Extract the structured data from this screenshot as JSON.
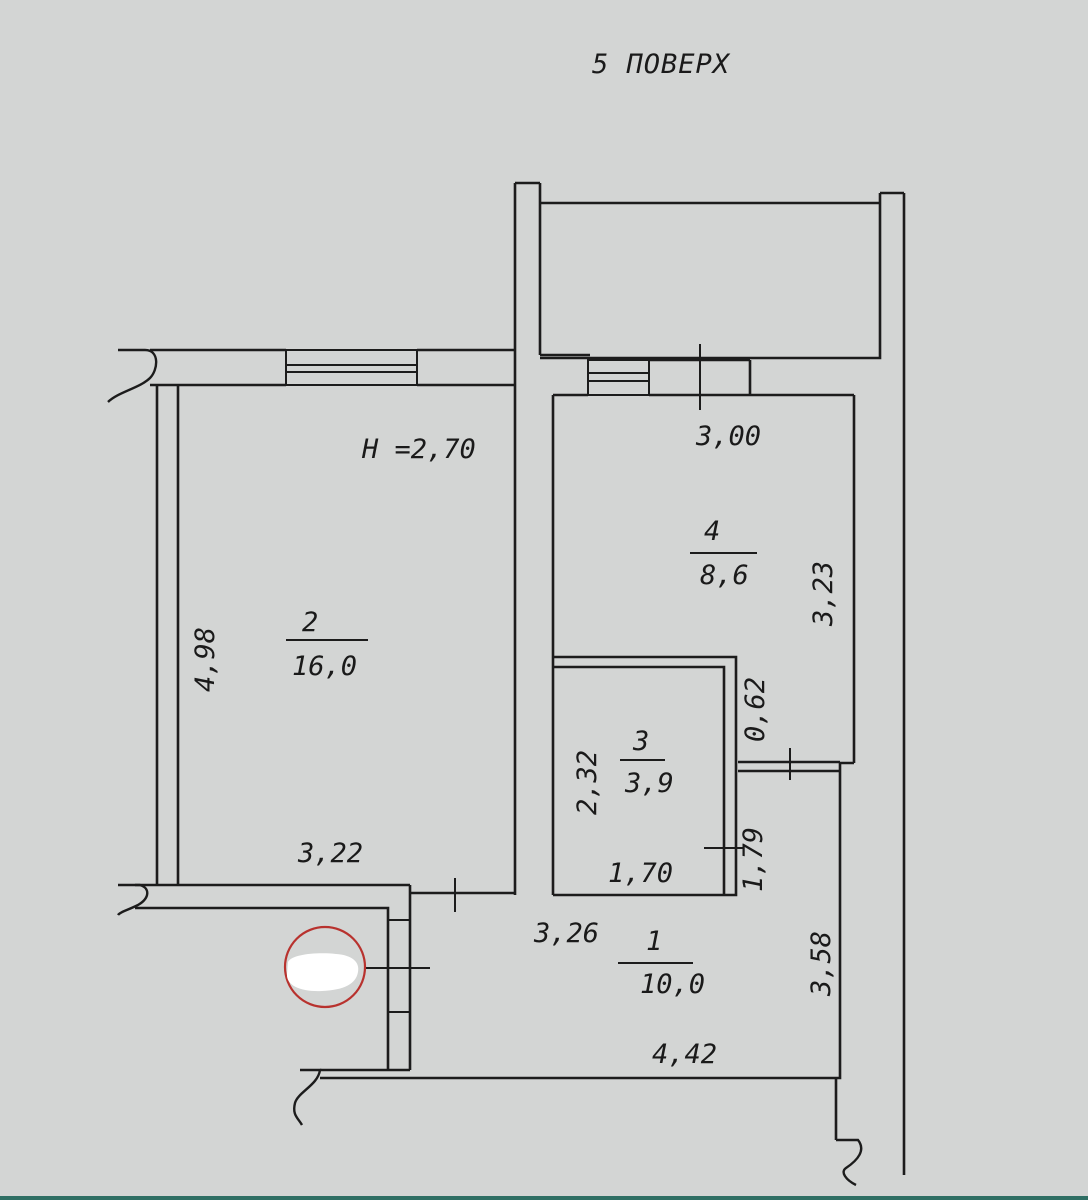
{
  "title": "5 ПОВЕРХ",
  "ceiling_height": "H =2,70",
  "rooms": [
    {
      "number": "1",
      "area": "10,0"
    },
    {
      "number": "2",
      "area": "16,0"
    },
    {
      "number": "3",
      "area": "3,9"
    },
    {
      "number": "4",
      "area": "8,6"
    }
  ],
  "dimensions": {
    "room2_width": "3,22",
    "room2_length": "4,98",
    "room4_width": "3,00",
    "room4_length": "3,23",
    "room3_width": "1,70",
    "room3_length": "2,32",
    "room1_width_top": "3,26",
    "room1_width_bottom": "4,42",
    "room1_length": "3,58",
    "door_gap": "0,62",
    "side_gap": "1,79"
  },
  "colors": {
    "paper": "#d3d5d4",
    "ink": "#1c1c1c",
    "marker_ring": "#b8322e",
    "bottom_bar": "#2e6e63"
  }
}
